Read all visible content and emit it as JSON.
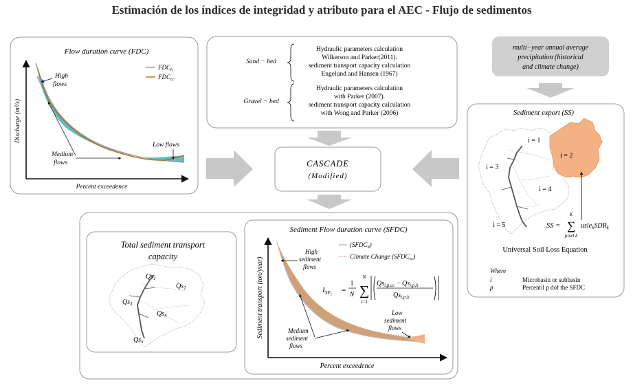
{
  "title": "Estimación de los índices de integridad y atributo para el AEC - Flujo de sedimentos",
  "fdc_panel": {
    "title": "Flow duration curve (FDC)",
    "ylabel": "Discharge (m³/s)",
    "xlabel": "Percent exceedence",
    "legend_h": "FDC",
    "legend_h_sub": "h",
    "legend_cc": "FDC",
    "legend_cc_sub": "cc",
    "high_label_1": "High",
    "high_label_2": "flows",
    "medium_label_1": "Medium",
    "medium_label_2": "flows",
    "low_label": "Low flows",
    "color_h": "#9a9a9a",
    "color_cc": "#c0661a",
    "fill_color": "#4ab8bf"
  },
  "methods_panel": {
    "sand_label": "Sand − bed",
    "sand_lines": [
      "Hydraulic parameters calculation",
      "Wilkerson and Parker(2011).",
      "sediment transport capacity calculation",
      "Engelund and Hansen (1967)"
    ],
    "gravel_label": "Gravel − bed",
    "gravel_lines": [
      "Hydraulic parameters calculation",
      "with Parker (2007).",
      "sediment transport capacity calculation",
      "with Wong and Parker (2006)"
    ]
  },
  "cascade": {
    "line1": "CASCADE",
    "line2": "(Modified)"
  },
  "precip_box": {
    "line1": "multi−year annual average",
    "line2": "precipitation (historical",
    "line3": "and climate change)"
  },
  "sediment_export": {
    "title": "Sediment export (SS)",
    "i1": "i = 1",
    "i2": "i = 2",
    "i3": "i = 3",
    "i4": "i = 4",
    "i5": "i = 5",
    "formula_lhs": "SS =",
    "sum_top": "K",
    "sum_bottom": "pixel k",
    "formula_rhs": "usle",
    "formula_sub1": "k",
    "formula_mid": "SDR",
    "formula_sub2": "k",
    "usle_title": "Universal Soil Loss Equation",
    "where": "Where",
    "def_i_sym": "i",
    "def_i": "Microbasin or subbasin",
    "def_p_sym": "p",
    "def_p": "Percentil p dof the SFDC",
    "highlight_color": "#f4b183"
  },
  "transport_capacity": {
    "title_1": "Total sediment transport",
    "title_2": "capacity",
    "qs1": "Qs",
    "qs1_sub": "1",
    "qs2": "Qs",
    "qs2_sub": "2",
    "qs3": "Qs",
    "qs3_sub": "3",
    "qs4": "Qs",
    "qs4_sub": "4",
    "qs5": "Qs",
    "qs5_sub": "5"
  },
  "sfdc_panel": {
    "title": "Sediment Flow duration curve (SFDC)",
    "ylabel": "Sediment transport (ton/year)",
    "xlabel": "Percent exceedence",
    "legend_h": "(SFDC",
    "legend_h_sub": "h",
    "legend_h_end": ")",
    "legend_cc": "Climate Change (SFDC",
    "legend_cc_sub": "cc",
    "legend_cc_end": ")",
    "high_1": "High",
    "high_2": "sediment",
    "high_3": "flows",
    "medium_1": "Medium",
    "medium_2": "sediment",
    "medium_3": "flows",
    "low_1": "Low",
    "low_2": "sediment",
    "low_3": "flows",
    "isf": "I",
    "isf_sub": "SF",
    "isf_subsub": "i",
    "eq": "=",
    "frac_num": "1",
    "frac_den": "N",
    "sum_top": "N",
    "sum_bottom": "i=1",
    "num_a": "Qs",
    "num_a_sub": "i,p,cc",
    "num_minus": "−",
    "num_b": "Qs",
    "num_b_sub": "i,p,h",
    "den": "Qs",
    "den_sub": "i,p,h",
    "color_h": "#b8b8b8",
    "fill_color": "#c8915e",
    "low_fill": "#f4b183"
  }
}
